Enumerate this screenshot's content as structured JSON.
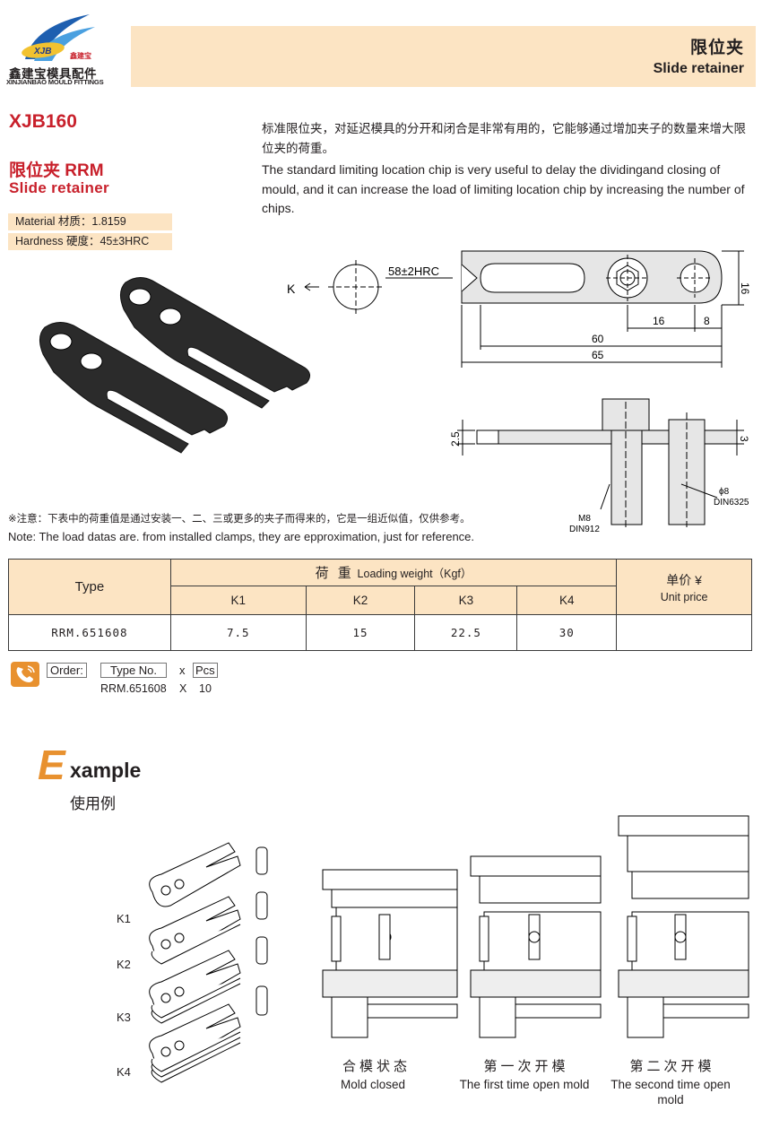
{
  "header": {
    "brand_badge": "XJB",
    "brand_tag": "鑫建宝",
    "brand_cn": "鑫建宝模具配件",
    "brand_en": "XINJIANBAO MOULD FITTINGS",
    "title_cn": "限位夹",
    "title_en": "Slide retainer",
    "band_color": "#fce4c3",
    "accent_color": "#c8202b"
  },
  "product": {
    "code": "XJB160",
    "name_cn": "限位夹 RRM",
    "name_en": "Slide retainer",
    "material": "Material 材质：1.8159",
    "hardness": "Hardness 硬度：45±3HRC"
  },
  "description": {
    "cn": "标准限位夹，对延迟模具的分开和闭合是非常有用的，它能够通过增加夹子的数量来增大限位夹的荷重。",
    "en": "The standard limiting location chip is very useful to delay the dividingand closing of mould, and it can increase the load of limiting location chip by increasing the number of chips."
  },
  "drawing": {
    "view_label": "K",
    "hrc_label": "58±2HRC",
    "dim_16_height": "16",
    "dim_16_width": "16",
    "dim_8": "8",
    "dim_60": "60",
    "dim_65": "65",
    "dim_2_5": "2.5",
    "dim_3": "3",
    "pin_dia": "ϕ8",
    "pin_std": "DIN6325",
    "screw_size": "M8",
    "screw_std": "DIN912"
  },
  "notes": {
    "cn": "※注意：下表中的荷重值是通过安装一、二、三或更多的夹子而得来的，它是一组近似值，仅供参考。",
    "en": "Note: The load datas are. from installed clamps, they are epproximation, just for reference."
  },
  "table": {
    "type_header": "Type",
    "load_header_cn": "荷 重",
    "load_header_en": "Loading weight（Kgf）",
    "price_header_cn": "单价 ¥",
    "price_header_en": "Unit price",
    "k_headers": [
      "K1",
      "K2",
      "K3",
      "K4"
    ],
    "rows": [
      {
        "type": "RRM.651608",
        "k1": "7.5",
        "k2": "15",
        "k3": "22.5",
        "k4": "30",
        "price": ""
      }
    ]
  },
  "order": {
    "label": "Order:",
    "type_label": "Type No.",
    "x": "x",
    "pcs_label": "Pcs",
    "example_code": "RRM.651608",
    "example_x": "X",
    "example_qty": "10"
  },
  "example": {
    "big_letter": "E",
    "rest": "xample",
    "cn": "使用例",
    "k_labels": [
      "K1",
      "K2",
      "K3",
      "K4"
    ],
    "captions": [
      {
        "cn": "合模状态",
        "en": "Mold closed"
      },
      {
        "cn": "第一次开模",
        "en": "The first time open mold"
      },
      {
        "cn": "第二次开模",
        "en": "The second time open mold"
      }
    ]
  }
}
